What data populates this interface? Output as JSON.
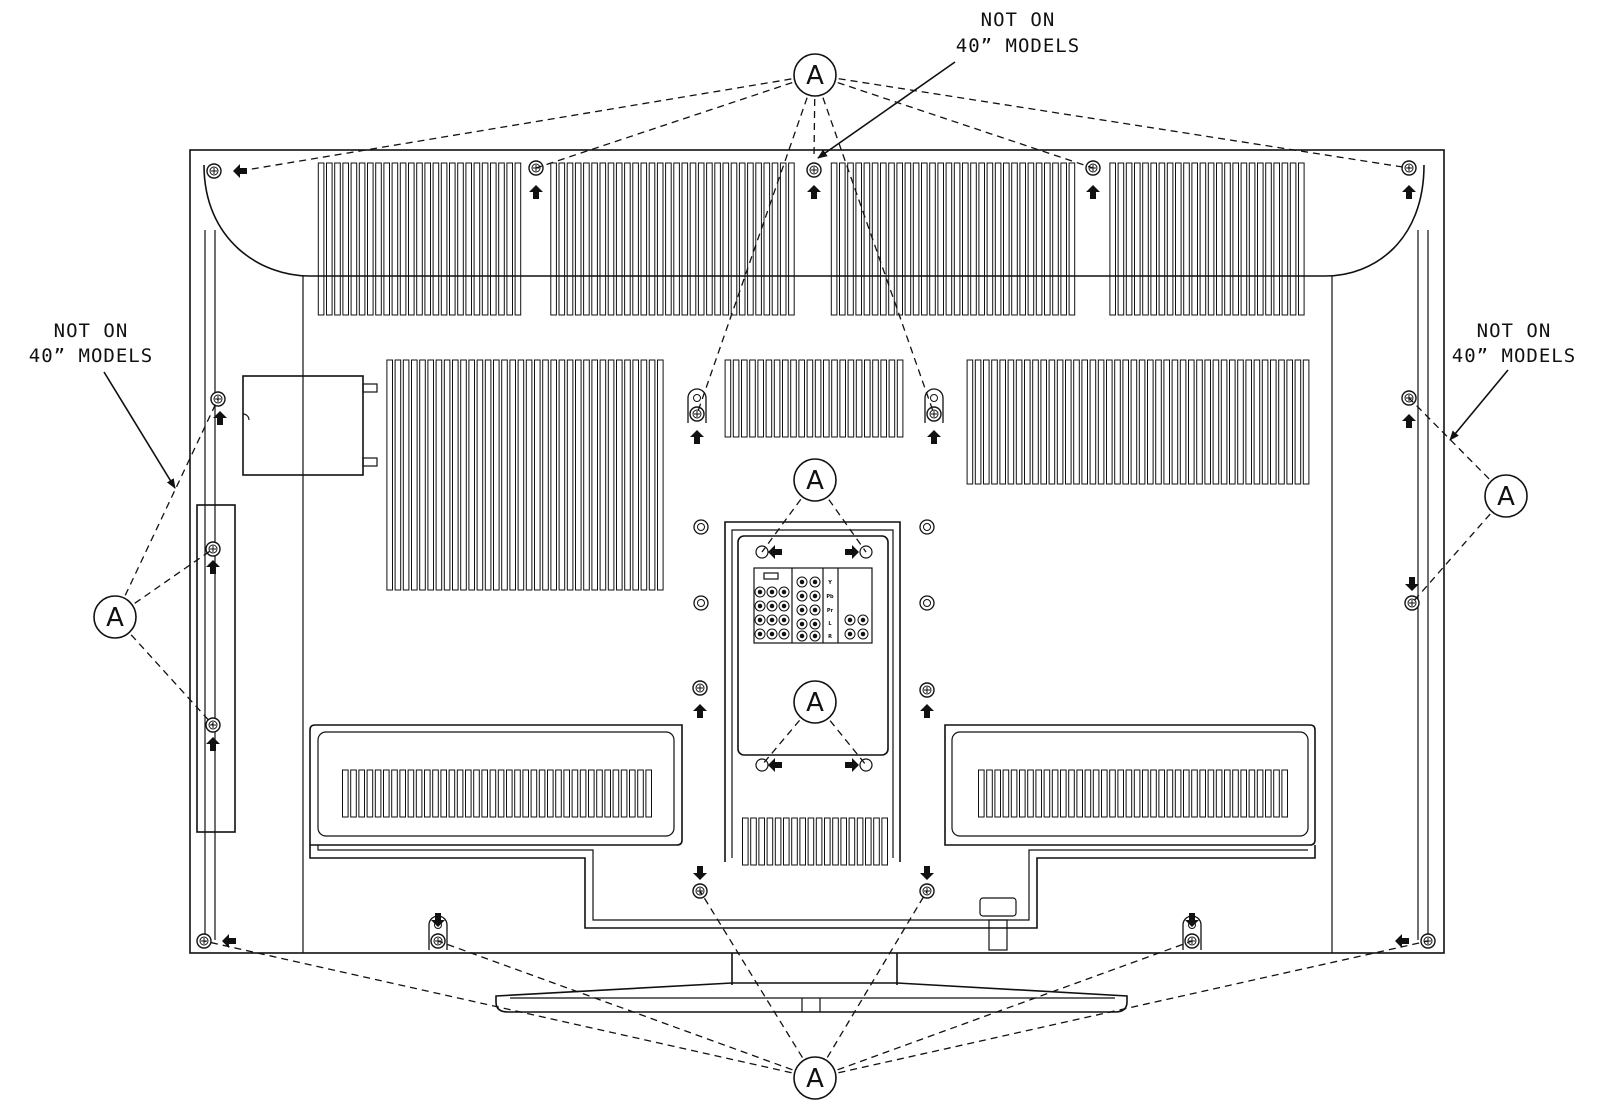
{
  "callout_label": "A",
  "notes": [
    {
      "line1": "NOT ON",
      "line2": "40” MODELS"
    },
    {
      "line1": "NOT ON",
      "line2": "40” MODELS"
    },
    {
      "line1": "NOT ON",
      "line2": "40” MODELS"
    }
  ],
  "jack_panel_labels": [
    "Y",
    "Pb",
    "Pr",
    "L",
    "R"
  ]
}
